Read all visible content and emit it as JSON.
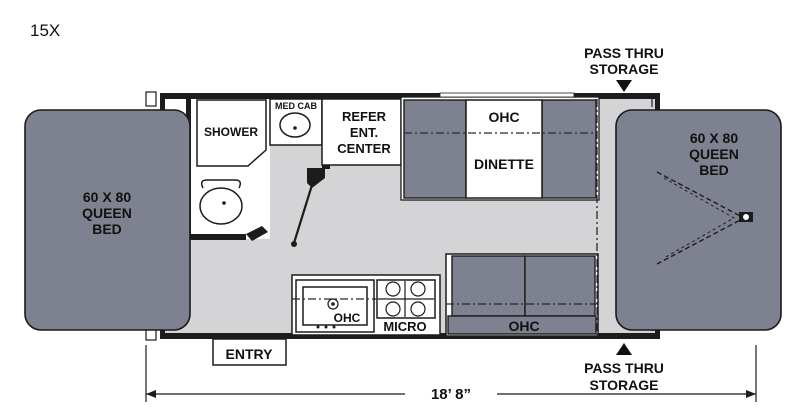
{
  "model": "15X",
  "labels": {
    "bed_left": [
      "60 X 80",
      "QUEEN",
      "BED"
    ],
    "bed_right": [
      "60 X 80",
      "QUEEN",
      "BED"
    ],
    "shower": "SHOWER",
    "med_cab": "MED CAB",
    "refer": [
      "REFER",
      "ENT.",
      "CENTER"
    ],
    "ohc_top": "OHC",
    "dinette": "DINETTE",
    "ohc_galley": "OHC",
    "micro": "MICRO",
    "ohc_sofa": "OHC",
    "entry": "ENTRY",
    "pass_thru_top": [
      "PASS THRU",
      "STORAGE"
    ],
    "pass_thru_bottom": [
      "PASS THRU",
      "STORAGE"
    ],
    "length": "18’ 8”"
  },
  "colors": {
    "bed": "#7e818f",
    "floor": "#d4d4d6",
    "wall": "#1c1c1c"
  }
}
